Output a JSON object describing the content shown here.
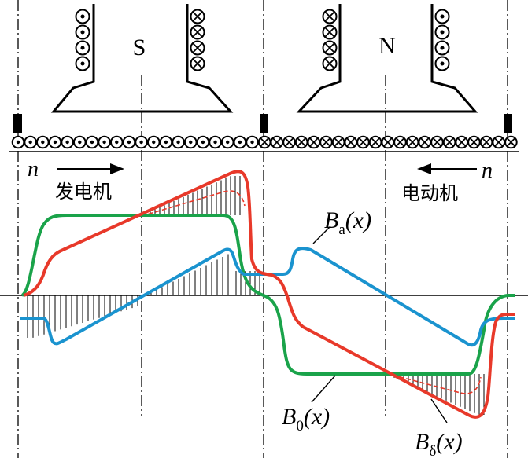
{
  "poles": {
    "south": "S",
    "north": "N"
  },
  "direction_symbol": "n",
  "regions": {
    "generator": "发电机",
    "motor": "电动机"
  },
  "curves": {
    "armature": {
      "symbol": "B",
      "sub": "a",
      "arg": "(x)",
      "color": "#1a93cf"
    },
    "main_field": {
      "symbol": "B",
      "sub": "0",
      "arg": "(x)",
      "color": "#1aa34a"
    },
    "air_gap": {
      "symbol": "B",
      "sub": "δ",
      "arg": "(x)",
      "color": "#e8392a"
    }
  }
}
